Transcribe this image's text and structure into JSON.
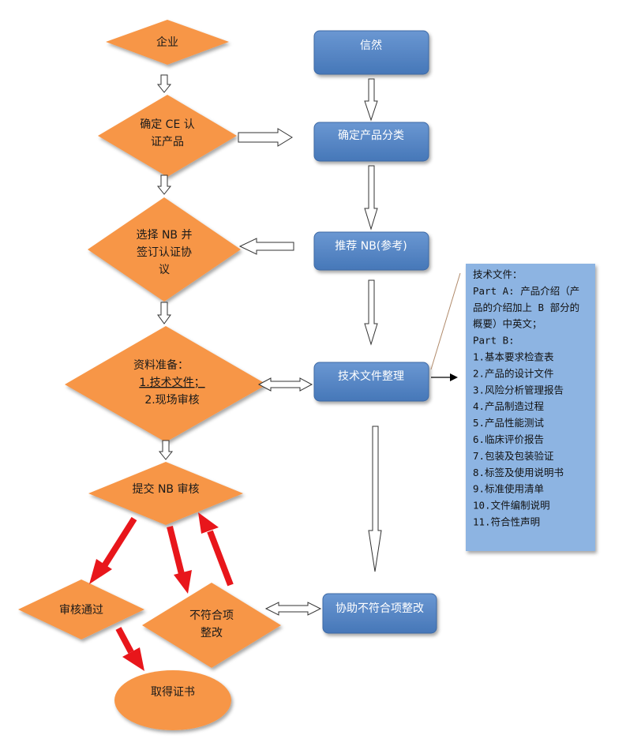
{
  "colors": {
    "orange": "#F79646",
    "blue": "#4F81BD",
    "note_bg": "#8DB4E2",
    "red_arrow": "#E8161B"
  },
  "left": {
    "enterprise": "企业",
    "confirm_product": [
      "确定 CE 认",
      "证产品"
    ],
    "select_nb": [
      "选择 NB 并",
      "签订认证协",
      "议"
    ],
    "prepare": {
      "title": "资料准备：",
      "item1": "1.技术文件；",
      "item2": "2.现场审核"
    },
    "submit": "提交 NB 审核",
    "pass": "审核通过",
    "nonconform": [
      "不符合项",
      "整改"
    ],
    "certificate": "取得证书"
  },
  "right": {
    "xinran": "信然",
    "classify": "确定产品分类",
    "recommend": "推荐 NB(参考)",
    "techfile": "技术文件整理",
    "assist": "协助不符合项整改"
  },
  "note": {
    "lines": [
      "技术文件：",
      "Part A: 产品介绍（产",
      "品的介绍加上 B 部分的",
      "概要）中英文；",
      "Part B:",
      "1.基本要求检查表",
      "2.产品的设计文件",
      "3.风险分析管理报告",
      "4.产品制造过程",
      "5.产品性能测试",
      "6.临床评价报告",
      "7.包装及包装验证",
      "8.标签及使用说明书",
      "9.标准使用清单",
      "10.文件编制说明",
      "11.符合性声明"
    ]
  }
}
